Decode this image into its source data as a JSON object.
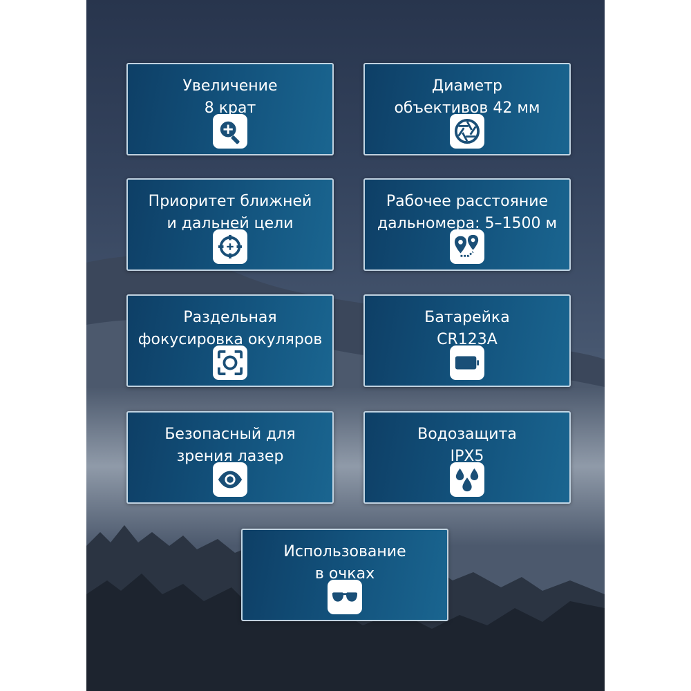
{
  "features": [
    {
      "label": "Увеличение\n8 крат",
      "icon": "magnifier-plus-icon"
    },
    {
      "label": "Диаметр\nобъективов 42 мм",
      "icon": "aperture-icon"
    },
    {
      "label": "Приоритет ближней\nи дальней цели",
      "icon": "crosshair-icon"
    },
    {
      "label": "Рабочее расстояние\nдальномера: 5–1500 м",
      "icon": "route-pins-icon"
    },
    {
      "label": "Раздельная\nфокусировка окуляров",
      "icon": "focus-frame-icon"
    },
    {
      "label": "Батарейка\nCR123A",
      "icon": "battery-icon"
    },
    {
      "label": "Безопасный для\nзрения лазер",
      "icon": "eye-icon"
    },
    {
      "label": "Водозащита\nIPX5",
      "icon": "water-drops-icon"
    },
    {
      "label": "Использование\nв очках",
      "icon": "eyeglasses-icon"
    }
  ],
  "colors": {
    "card_bg_dark": "#0e3f66",
    "card_bg_light": "#1a6590",
    "card_border": "#e1ebf5",
    "text": "#ffffff",
    "icon_tile": "#ffffff",
    "icon_color": "#1a4f77"
  }
}
